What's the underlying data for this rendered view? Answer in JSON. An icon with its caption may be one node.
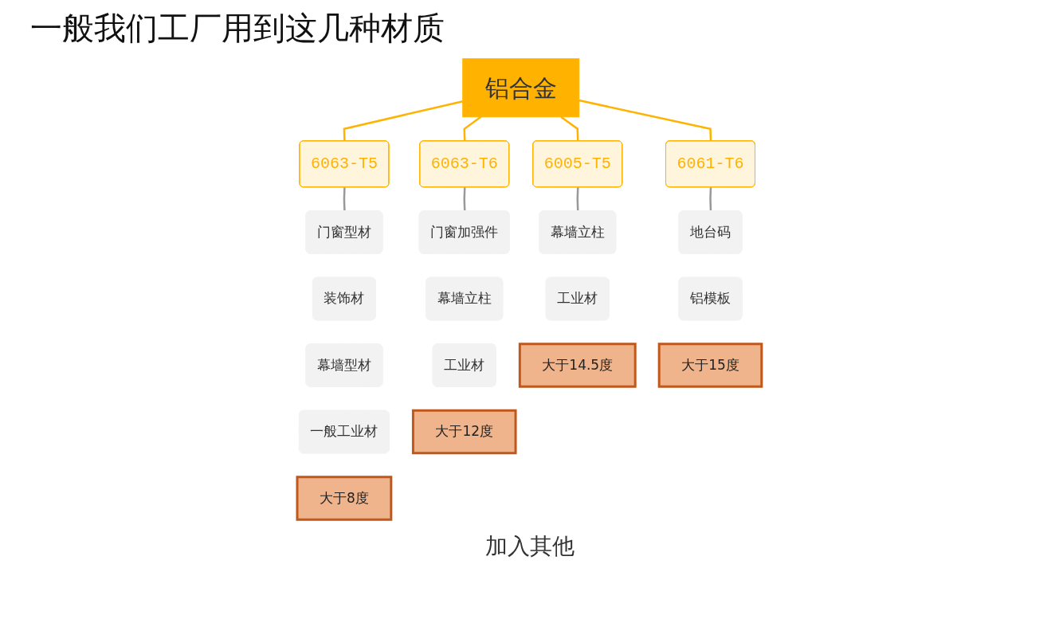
{
  "diagram": {
    "title": "一般我们工厂用到这几种材质",
    "nodes": [
      {
        "text": [
          "铝合金"
        ]
      },
      {
        "text": [
          "6063-T5"
        ]
      },
      {
        "text": [
          "6063-T6"
        ]
      },
      {
        "text": [
          "6005-T5"
        ]
      },
      {
        "text": [
          "6061-T6"
        ]
      },
      {
        "text": [
          "门窗型材"
        ]
      },
      {
        "text": [
          "装饰材"
        ]
      },
      {
        "text": [
          "幕墙型材"
        ]
      },
      {
        "text": [
          "一般工业材"
        ]
      },
      {
        "text": [
          "门窗加强件"
        ]
      },
      {
        "text": [
          "幕墙立柱"
        ]
      },
      {
        "text": [
          "工业材"
        ]
      },
      {
        "text": [
          "幕墙立柱"
        ]
      },
      {
        "text": [
          "工业材"
        ]
      },
      {
        "text": [
          "地台码"
        ]
      },
      {
        "text": [
          "铝模板"
        ]
      },
      {
        "text": [
          "大于8度"
        ]
      },
      {
        "text": [
          "大于12度"
        ]
      },
      {
        "text": [
          "大于14.5度"
        ]
      },
      {
        "text": [
          "大于15度"
        ]
      }
    ],
    "edges": [
      {
        "from": 0,
        "to": 1,
        "arrow": "none",
        "color": "#ffb300"
      },
      {
        "from": 0,
        "to": 2,
        "arrow": "none",
        "color": "#ffb300"
      },
      {
        "from": 0,
        "to": 3,
        "arrow": "none",
        "color": "#ffb300"
      },
      {
        "from": 0,
        "to": 4,
        "arrow": "none",
        "color": "#ffb300"
      },
      {
        "from": 1,
        "to": 5,
        "arrow": "none",
        "color": "#999999"
      },
      {
        "from": 2,
        "to": 9,
        "arrow": "none",
        "color": "#999999"
      },
      {
        "from": 3,
        "to": 12,
        "arrow": "none",
        "color": "#999999"
      },
      {
        "from": 4,
        "to": 14,
        "arrow": "none",
        "color": "#999999"
      }
    ],
    "labels": [
      "加入其他"
    ]
  }
}
